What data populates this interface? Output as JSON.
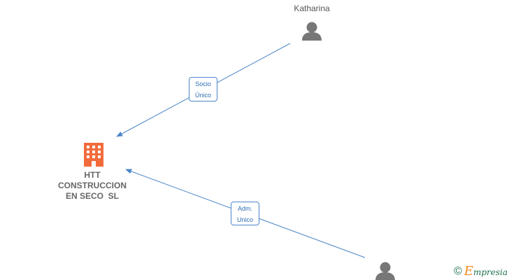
{
  "nodes": {
    "person_top": {
      "name": "Katharina"
    },
    "company": {
      "name_lines": [
        "HTT",
        "CONSTRUCCION",
        "EN SECO  SL"
      ]
    },
    "person_bottom": {
      "name": ""
    }
  },
  "edges": [
    {
      "label_lines": [
        "Socio",
        "Único"
      ]
    },
    {
      "label_lines": [
        "Adm.",
        "Unico"
      ]
    }
  ],
  "brand": {
    "copyright": "©",
    "initial": "E",
    "rest": "mpresia"
  },
  "colors": {
    "edge": "#4a86c8",
    "company_icon": "#f26b3a",
    "person_icon": "#777777"
  }
}
